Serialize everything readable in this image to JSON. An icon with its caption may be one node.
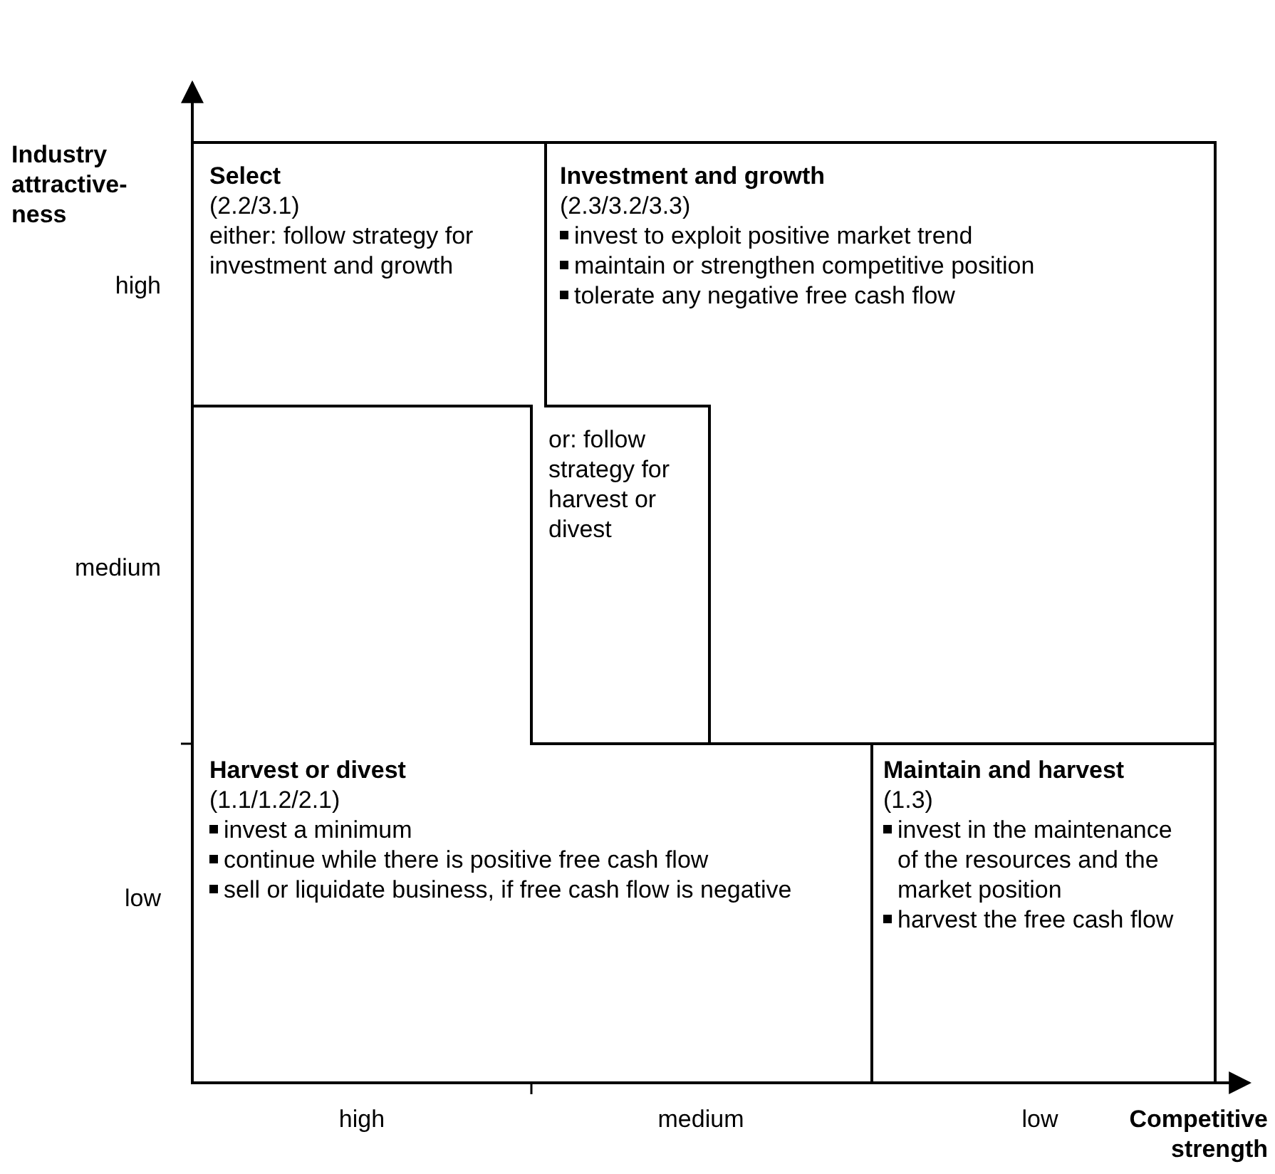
{
  "diagram": {
    "nodes": [
      {
        "text": [
          "Select",
          "(2.2/3.1)",
          "either: follow strategy for investment and growth",
          "or: follow strategy for harvest or divest"
        ]
      },
      {
        "text": [
          "Investment and growth",
          "(2.3/3.2/3.3)",
          "invest to exploit positive market trend",
          "maintain or strengthen competitive position",
          "tolerate any negative free cash flow"
        ]
      },
      {
        "text": [
          "Harvest or divest",
          "(1.1/1.2/2.1)",
          "invest a minimum",
          "continue while there is positive free cash flow",
          "sell or liquidate business, if free cash flow is negative"
        ]
      },
      {
        "text": [
          "Maintain and harvest",
          "(1.3)",
          "invest in the maintenance of the resources and the market position",
          "harvest the free cash flow"
        ]
      }
    ],
    "labels": [
      "Industry attractive-ness",
      "high",
      "medium",
      "low",
      "high",
      "medium",
      "low",
      "Competitive strength"
    ]
  }
}
